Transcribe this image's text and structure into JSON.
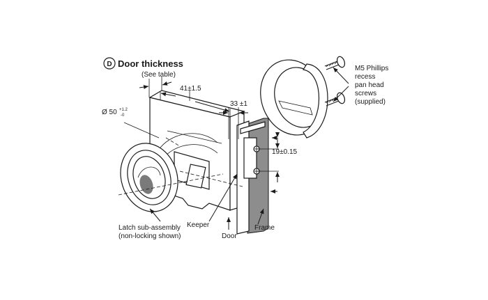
{
  "diagram": {
    "badge_letter": "D",
    "title": "Door thickness",
    "subtitle": "(See table)",
    "dim_diameter": "Ø 50",
    "dim_diameter_tol_upper": "+1.2",
    "dim_diameter_tol_lower": "-0",
    "dim_41": "41±1.5",
    "dim_33": "33 ±1",
    "dim_19": "19±0.15",
    "screws_label": [
      "M5 Phillips",
      "recess",
      "pan head",
      "screws",
      "(supplied)"
    ],
    "latch_label": [
      "Latch sub-assembly",
      "(non-locking shown)"
    ],
    "keeper_label": "Keeper",
    "door_label": "Door",
    "frame_label": "Frame"
  }
}
